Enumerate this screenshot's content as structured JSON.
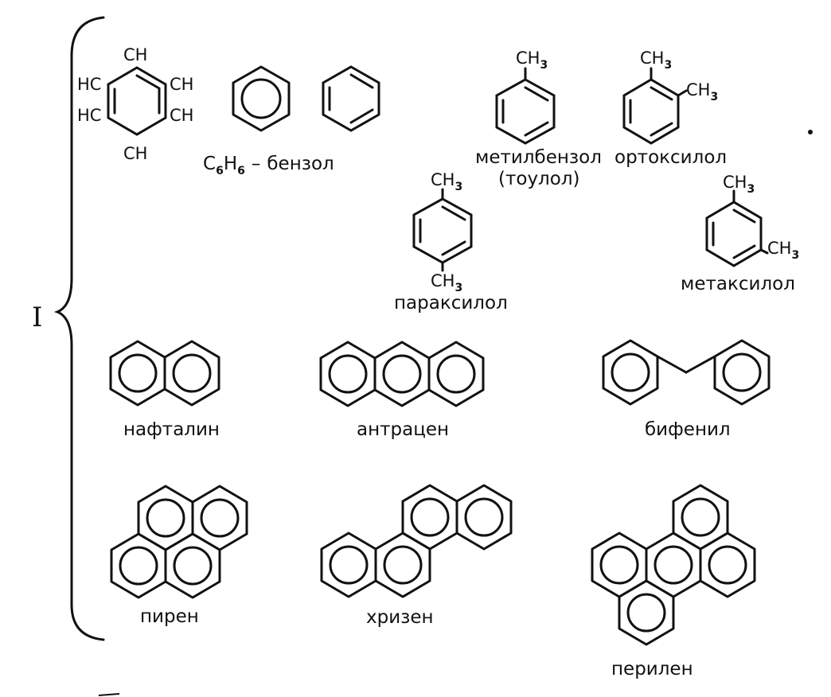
{
  "group": {
    "numeral": "I"
  },
  "benzene": {
    "atoms": {
      "top": "CH",
      "bottom": "CH",
      "left_upper": "HC",
      "left_lower": "HC",
      "right_upper": "CH",
      "right_lower": "CH"
    },
    "formula": {
      "c": "C",
      "c_sub": "6",
      "h": "H",
      "h_sub": "6",
      "dash": "–",
      "name": "бензол"
    }
  },
  "toluene": {
    "sub": {
      "base": "CH",
      "index": "3"
    },
    "name": "метилбензол",
    "name_alt": "(тоулол)"
  },
  "orthoxylene": {
    "sub1": {
      "base": "CH",
      "index": "3"
    },
    "sub2": {
      "base": "CH",
      "index": "3"
    },
    "name": "ортоксилол"
  },
  "paraxylene": {
    "sub1": {
      "base": "CH",
      "index": "3"
    },
    "sub2": {
      "base": "CH",
      "index": "3"
    },
    "name": "параксилол"
  },
  "metaxylene": {
    "sub1": {
      "base": "CH",
      "index": "3"
    },
    "sub2": {
      "base": "CH",
      "index": "3"
    },
    "name": "метаксилол"
  },
  "naphthalene": {
    "name": "нафталин"
  },
  "anthracene": {
    "name": "антрацен"
  },
  "biphenyl": {
    "name": "бифенил"
  },
  "pyrene": {
    "name": "пирен"
  },
  "chrysene": {
    "name": "хризен"
  },
  "perylene": {
    "name": "перилен"
  }
}
